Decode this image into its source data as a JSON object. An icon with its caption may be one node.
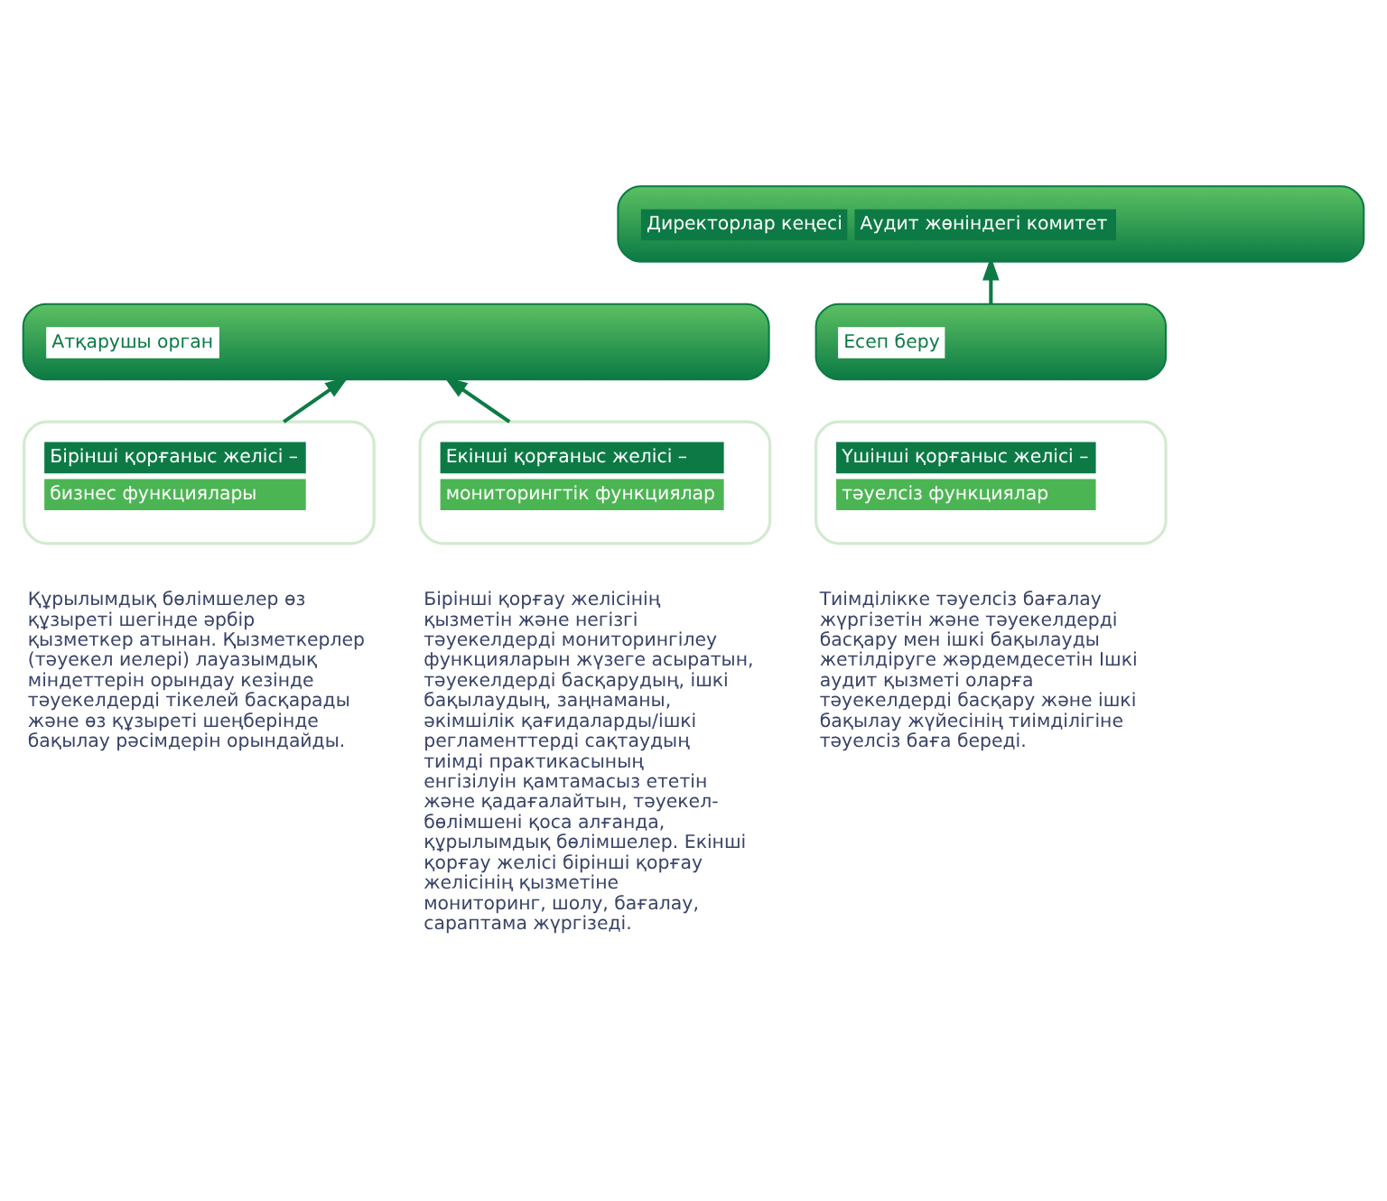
{
  "diagram": {
    "nodes": [
      {
        "text": [
          "Директорлар кеңесі",
          "Аудит жөніндегі комитет"
        ]
      },
      {
        "text": [
          "Атқарушы орган"
        ]
      },
      {
        "text": [
          "Есеп беру"
        ]
      },
      {
        "text": [
          "Бірінші қорғаныс желісі –",
          "бизнес функциялары"
        ],
        "beside": [
          "Құрылымдық бөлімшелер өз құзыреті шегінде әрбір қызметкер атынан. Қызметкерлер (тәуекел иелері) лауазымдық міндеттерін орындау кезінде тәуекелдерді тікелей басқарады және өз құзыреті шеңберінде бақылау рәсімдерін орындайды."
        ]
      },
      {
        "text": [
          "Екінші қорғаныс желісі –",
          "мониторингтік функциялар"
        ],
        "beside": [
          "Бірінші қорғау желісінің қызметін және негізгі тәуекелдерді мониторингілеу функцияларын жүзеге асыратын, тәуекелдерді басқарудың, ішкі бақылаудың, заңнаманы, әкімшілік қағидаларды/ішкі регламенттерді сақтаудың тиімді практикасының енгізілуін қамтамасыз ететін және қадағалайтын, тәуекел-бөлімшені қоса алғанда, құрылымдық бөлімшелер. Екінші қорғау желісі бірінші қорғау желісінің қызметіне мониторинг, шолу, бағалау, сараптама жүргізеді."
        ]
      },
      {
        "text": [
          "Үшінші қорғаныс желісі –",
          "тәуелсіз функциялар"
        ],
        "beside": [
          "Тиімділікке тәуелсіз бағалау жүргізетін және тәуекелдерді басқару мен ішкі бақылауды жетілдіруге жәрдемдесетін Ішкі аудит қызметі оларға тәуекелдерді басқару және ішкі бақылау жүйесінің тиімділігіне тәуелсіз баға береді."
        ]
      }
    ],
    "edges": [
      {
        "from": 3,
        "to": 1,
        "arrow": "to"
      },
      {
        "from": 4,
        "to": 1,
        "arrow": "to"
      },
      {
        "from": 2,
        "to": 0,
        "arrow": "to"
      }
    ]
  }
}
